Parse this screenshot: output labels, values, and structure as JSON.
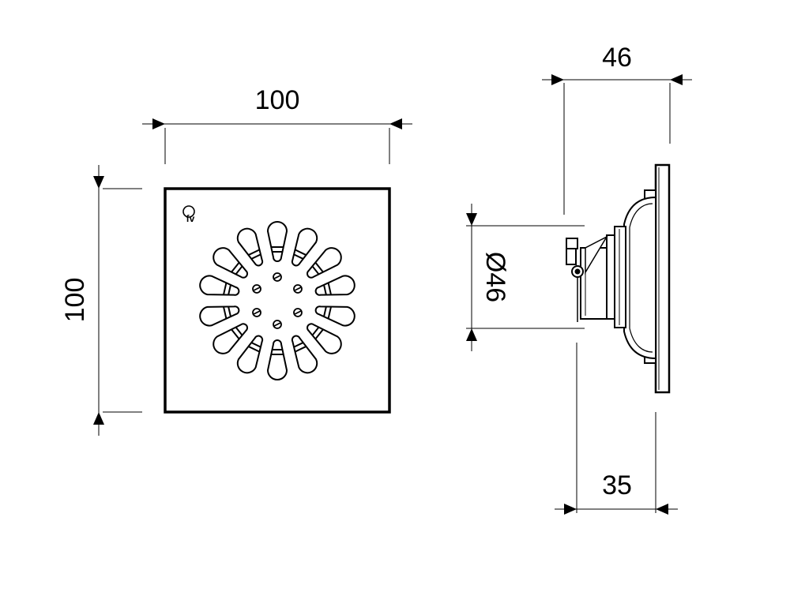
{
  "dimensions": {
    "top_width": "100",
    "left_height": "100",
    "side_depth_top": "46",
    "side_diameter": "Ø46",
    "side_depth_bottom": "35"
  },
  "logo": {
    "text": "fv"
  },
  "colors": {
    "line": "#000000",
    "background": "#ffffff"
  },
  "grate": {
    "petal_count": 14,
    "screw_count": 6
  }
}
